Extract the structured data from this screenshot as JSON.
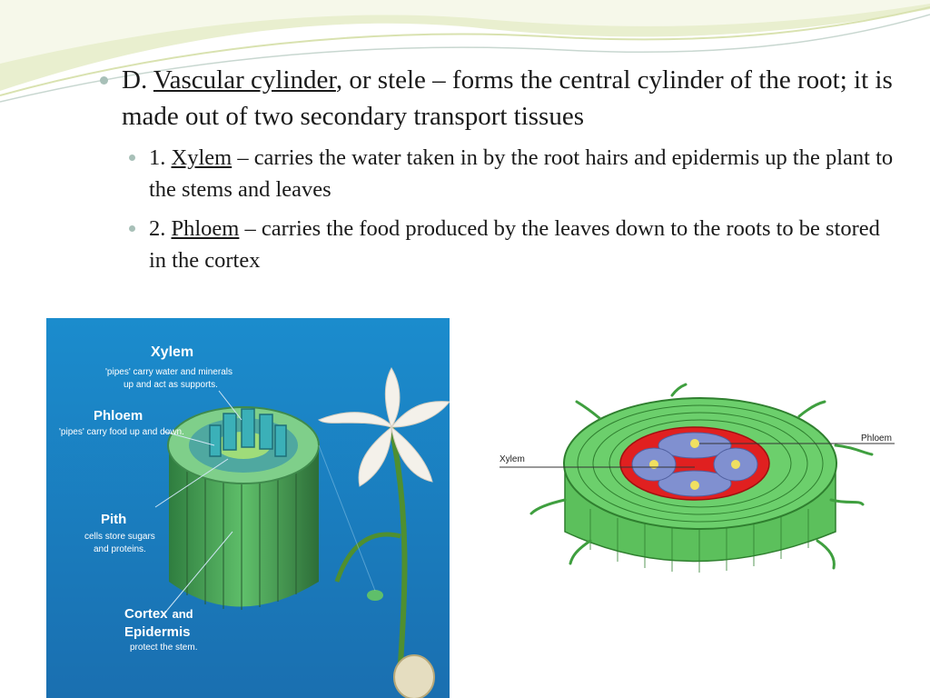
{
  "slide": {
    "main_bullet": {
      "prefix": "D. ",
      "term": "Vascular cylinder",
      "text": ", or stele – forms the central cylinder of the root; it is made out of two secondary transport tissues"
    },
    "sub_bullets": [
      {
        "prefix": "1.  ",
        "term": "Xylem",
        "text": " – carries the water taken in by the root hairs and epidermis up the plant to the stems and leaves"
      },
      {
        "prefix": "2.  ",
        "term": "Phloem",
        "text": " – carries the food produced by the leaves down to the roots to be stored in the cortex"
      }
    ]
  },
  "figure_left": {
    "xylem_title": "Xylem",
    "xylem_desc_1": "'pipes' carry water and minerals",
    "xylem_desc_2": "up and act as supports.",
    "phloem_title": "Phloem",
    "phloem_desc": "'pipes' carry food up and down.",
    "pith_title": "Pith",
    "pith_desc_1": "cells store sugars",
    "pith_desc_2": "and proteins.",
    "cortex_title": "Cortex",
    "cortex_and": "and",
    "epidermis_title": "Epidermis",
    "epidermis_desc": "protect the stem."
  },
  "figure_right": {
    "xylem_label": "Xylem",
    "phloem_label": "Phloem"
  },
  "colors": {
    "bullet": "#a8c0b8",
    "figure_bg": "#1f7fc0",
    "stem_green": "#5cc05c",
    "phloem_red": "#e02020",
    "xylem_blue": "#7f8fd0"
  }
}
